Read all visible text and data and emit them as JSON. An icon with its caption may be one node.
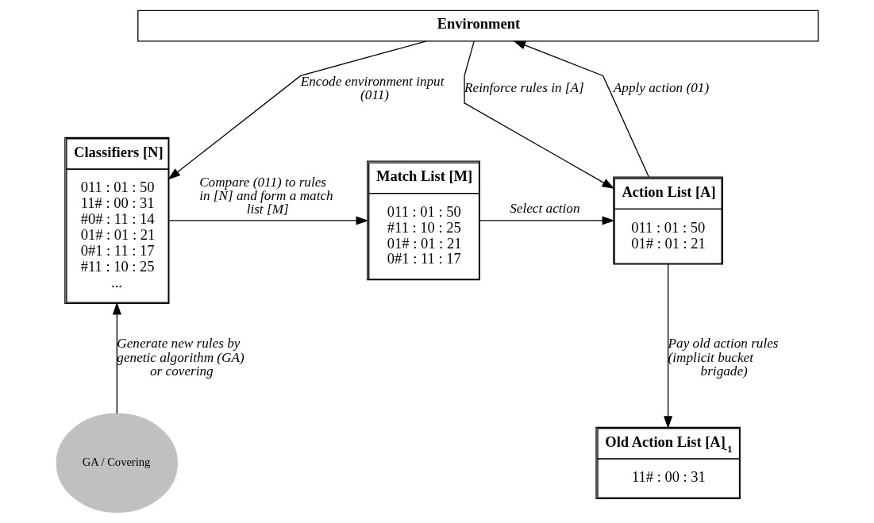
{
  "diagram": {
    "nodes": [
      {
        "text": [
          "Environment"
        ]
      },
      {
        "text": [
          "Classifiers [N]",
          "011 : 01 : 50",
          "11# : 00 : 31",
          "#0# : 11 : 14",
          "01# : 01 : 21",
          "0#1 : 11 : 17",
          "#11 : 10 : 25",
          "..."
        ]
      },
      {
        "text": [
          "Match List [M]",
          "011 : 01 : 50",
          "#11 : 10 : 25",
          "01# : 01 : 21",
          "0#1 : 11 : 17"
        ]
      },
      {
        "text": [
          "Action List [A]",
          "011 : 01 : 50",
          "01# : 01 : 21"
        ]
      },
      {
        "text": [
          "Old Action List [A]$_{-1}$",
          "11# : 00 : 31"
        ]
      },
      {
        "text": [
          "GA / Covering"
        ]
      }
    ],
    "edges": [
      {
        "from": 0,
        "to": 1,
        "arrow": "to",
        "label": "Encode environment input (011)"
      },
      {
        "from": 1,
        "to": 2,
        "arrow": "to",
        "label": "Compare (011) to rules in [N] and form a match list [M]"
      },
      {
        "from": 2,
        "to": 3,
        "arrow": "to",
        "label": "Select action"
      },
      {
        "from": 3,
        "to": 0,
        "arrow": "to",
        "label": "Apply action (01)"
      },
      {
        "from": 0,
        "to": 3,
        "arrow": "to",
        "label": "Reinforce rules in [A]"
      },
      {
        "from": 3,
        "to": 4,
        "arrow": "to",
        "label": "Pay old action rules (implicit bucket brigade)"
      },
      {
        "from": 5,
        "to": 1,
        "arrow": "to",
        "label": "Generate new rules by genetic algorithm (GA) or covering"
      }
    ]
  }
}
